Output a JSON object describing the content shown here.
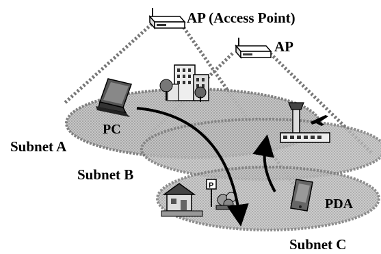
{
  "labels": {
    "ap_main": "AP (Access Point)",
    "ap_secondary": "AP",
    "pc": "PC",
    "pda": "PDA",
    "subnet_a": "Subnet A",
    "subnet_b": "Subnet B",
    "subnet_c": "Subnet C"
  },
  "icons": {
    "ap_main": "wireless-router-icon",
    "ap_secondary": "wireless-router-icon",
    "pc": "laptop-icon",
    "pda": "pda-icon",
    "office": "office-building-icon",
    "airport": "airport-icon",
    "home": "house-icon",
    "parking": "parking-icon"
  },
  "colors": {
    "subnet_fill": "#b5b5b5",
    "subnet_dots": "#8a8a8a",
    "ink": "#000000"
  }
}
